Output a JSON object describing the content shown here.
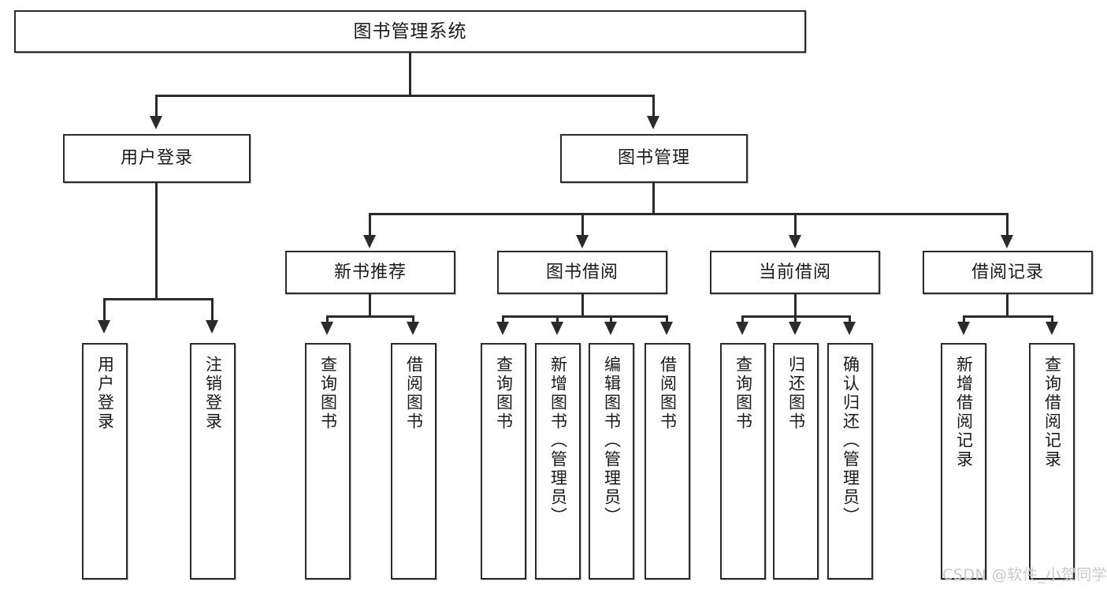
{
  "diagram": {
    "title": "图书管理系统",
    "type": "tree-hierarchy-diagram",
    "colors": {
      "stroke": "#2b2b2b",
      "fill": "#ffffff",
      "background": "#ffffff",
      "watermark": "#c9c9c9"
    },
    "root": {
      "label": "图书管理系统"
    },
    "level2": [
      {
        "label": "用户登录"
      },
      {
        "label": "图书管理"
      }
    ],
    "level3": [
      {
        "label": "新书推荐"
      },
      {
        "label": "图书借阅"
      },
      {
        "label": "当前借阅"
      },
      {
        "label": "借阅记录"
      }
    ],
    "leaves": {
      "user_login": [
        {
          "label": "用户登录"
        },
        {
          "label": "注销登录"
        }
      ],
      "new_book_recommend": [
        {
          "label": "查询图书"
        },
        {
          "label": "借阅图书"
        }
      ],
      "book_borrow": [
        {
          "label": "查询图书"
        },
        {
          "label": "新增图书（管理员）"
        },
        {
          "label": "编辑图书（管理员）"
        },
        {
          "label": "借阅图书"
        }
      ],
      "current_borrow": [
        {
          "label": "查询图书"
        },
        {
          "label": "归还图书"
        },
        {
          "label": "确认归还（管理员）"
        }
      ],
      "borrow_record": [
        {
          "label": "新增借阅记录"
        },
        {
          "label": "查询借阅记录"
        }
      ]
    }
  },
  "watermark": {
    "text": "CSDN @软件_小贺同学"
  }
}
